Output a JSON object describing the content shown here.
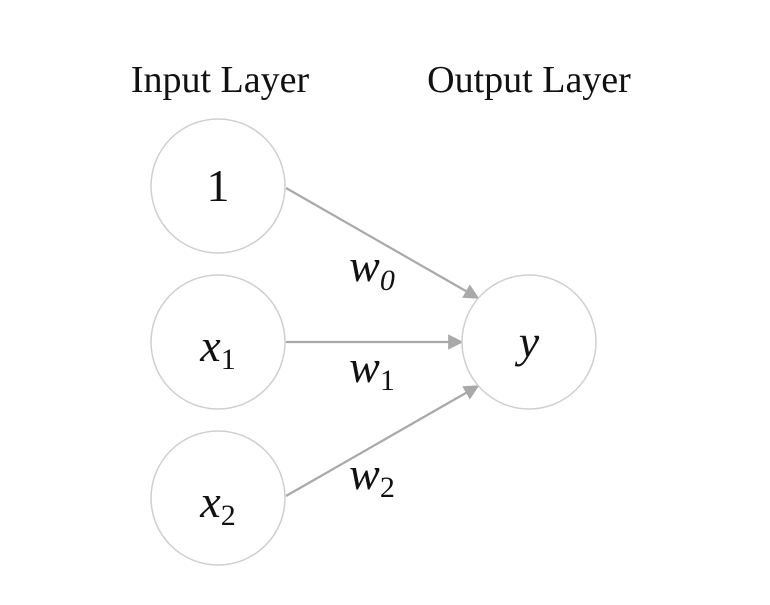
{
  "layers": {
    "input_title": "Input Layer",
    "output_title": "Output Layer"
  },
  "input_nodes": [
    {
      "main": "1",
      "sub": ""
    },
    {
      "main": "x",
      "sub": "1"
    },
    {
      "main": "x",
      "sub": "2"
    }
  ],
  "output_node": {
    "main": "y"
  },
  "weights": [
    {
      "main": "w",
      "sub": "0"
    },
    {
      "main": "w",
      "sub": "1"
    },
    {
      "main": "w",
      "sub": "2"
    }
  ]
}
